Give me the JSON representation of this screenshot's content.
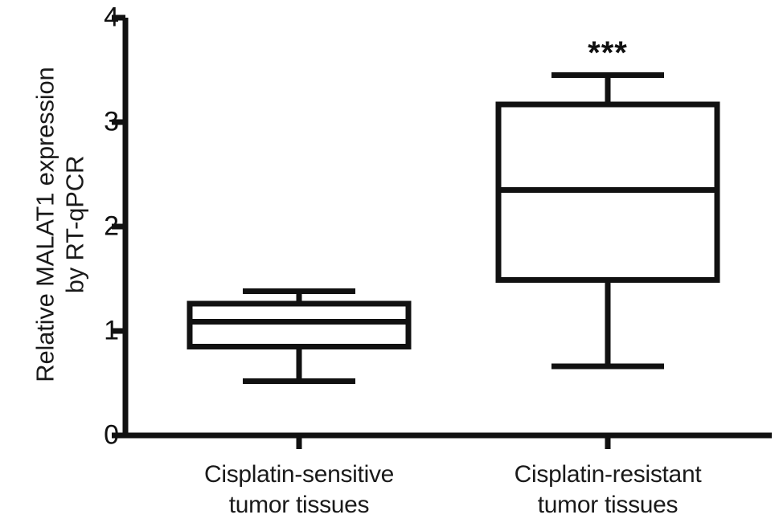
{
  "chart_data": {
    "type": "box",
    "title": "",
    "xlabel": "",
    "ylabel": "Relative MALAT1 expression by RT-qPCR",
    "ylabel_line1": "Relative MALAT1 expression",
    "ylabel_line2": "by RT-qPCR",
    "ylim": [
      0,
      4
    ],
    "yticks": [
      0,
      1,
      2,
      3,
      4
    ],
    "ytick_labels": [
      "0",
      "1",
      "2",
      "3",
      "4"
    ],
    "grid": false,
    "legend": "none",
    "categories": [
      "Cisplatin-sensitive tumor tissues",
      "Cisplatin-resistant tumor tissues"
    ],
    "boxes": [
      {
        "name": "Cisplatin-sensitive tumor tissues",
        "label_line1": "Cisplatin-sensitive",
        "label_line2": "tumor tissues",
        "whisker_low": 0.52,
        "q1": 0.85,
        "median": 1.09,
        "q3": 1.26,
        "whisker_high": 1.38,
        "significance": ""
      },
      {
        "name": "Cisplatin-resistant tumor tissues",
        "label_line1": "Cisplatin-resistant",
        "label_line2": "tumor tissues",
        "whisker_low": 0.66,
        "q1": 1.49,
        "median": 2.35,
        "q3": 3.17,
        "whisker_high": 3.45,
        "significance": "***"
      }
    ],
    "annotations": [
      {
        "text": "***",
        "target": "Cisplatin-resistant tumor tissues",
        "value": 3.45
      }
    ],
    "colors": {
      "line": "#111111",
      "box_fill": "#ffffff",
      "background": "#ffffff",
      "text": "#1a1a1a"
    }
  }
}
